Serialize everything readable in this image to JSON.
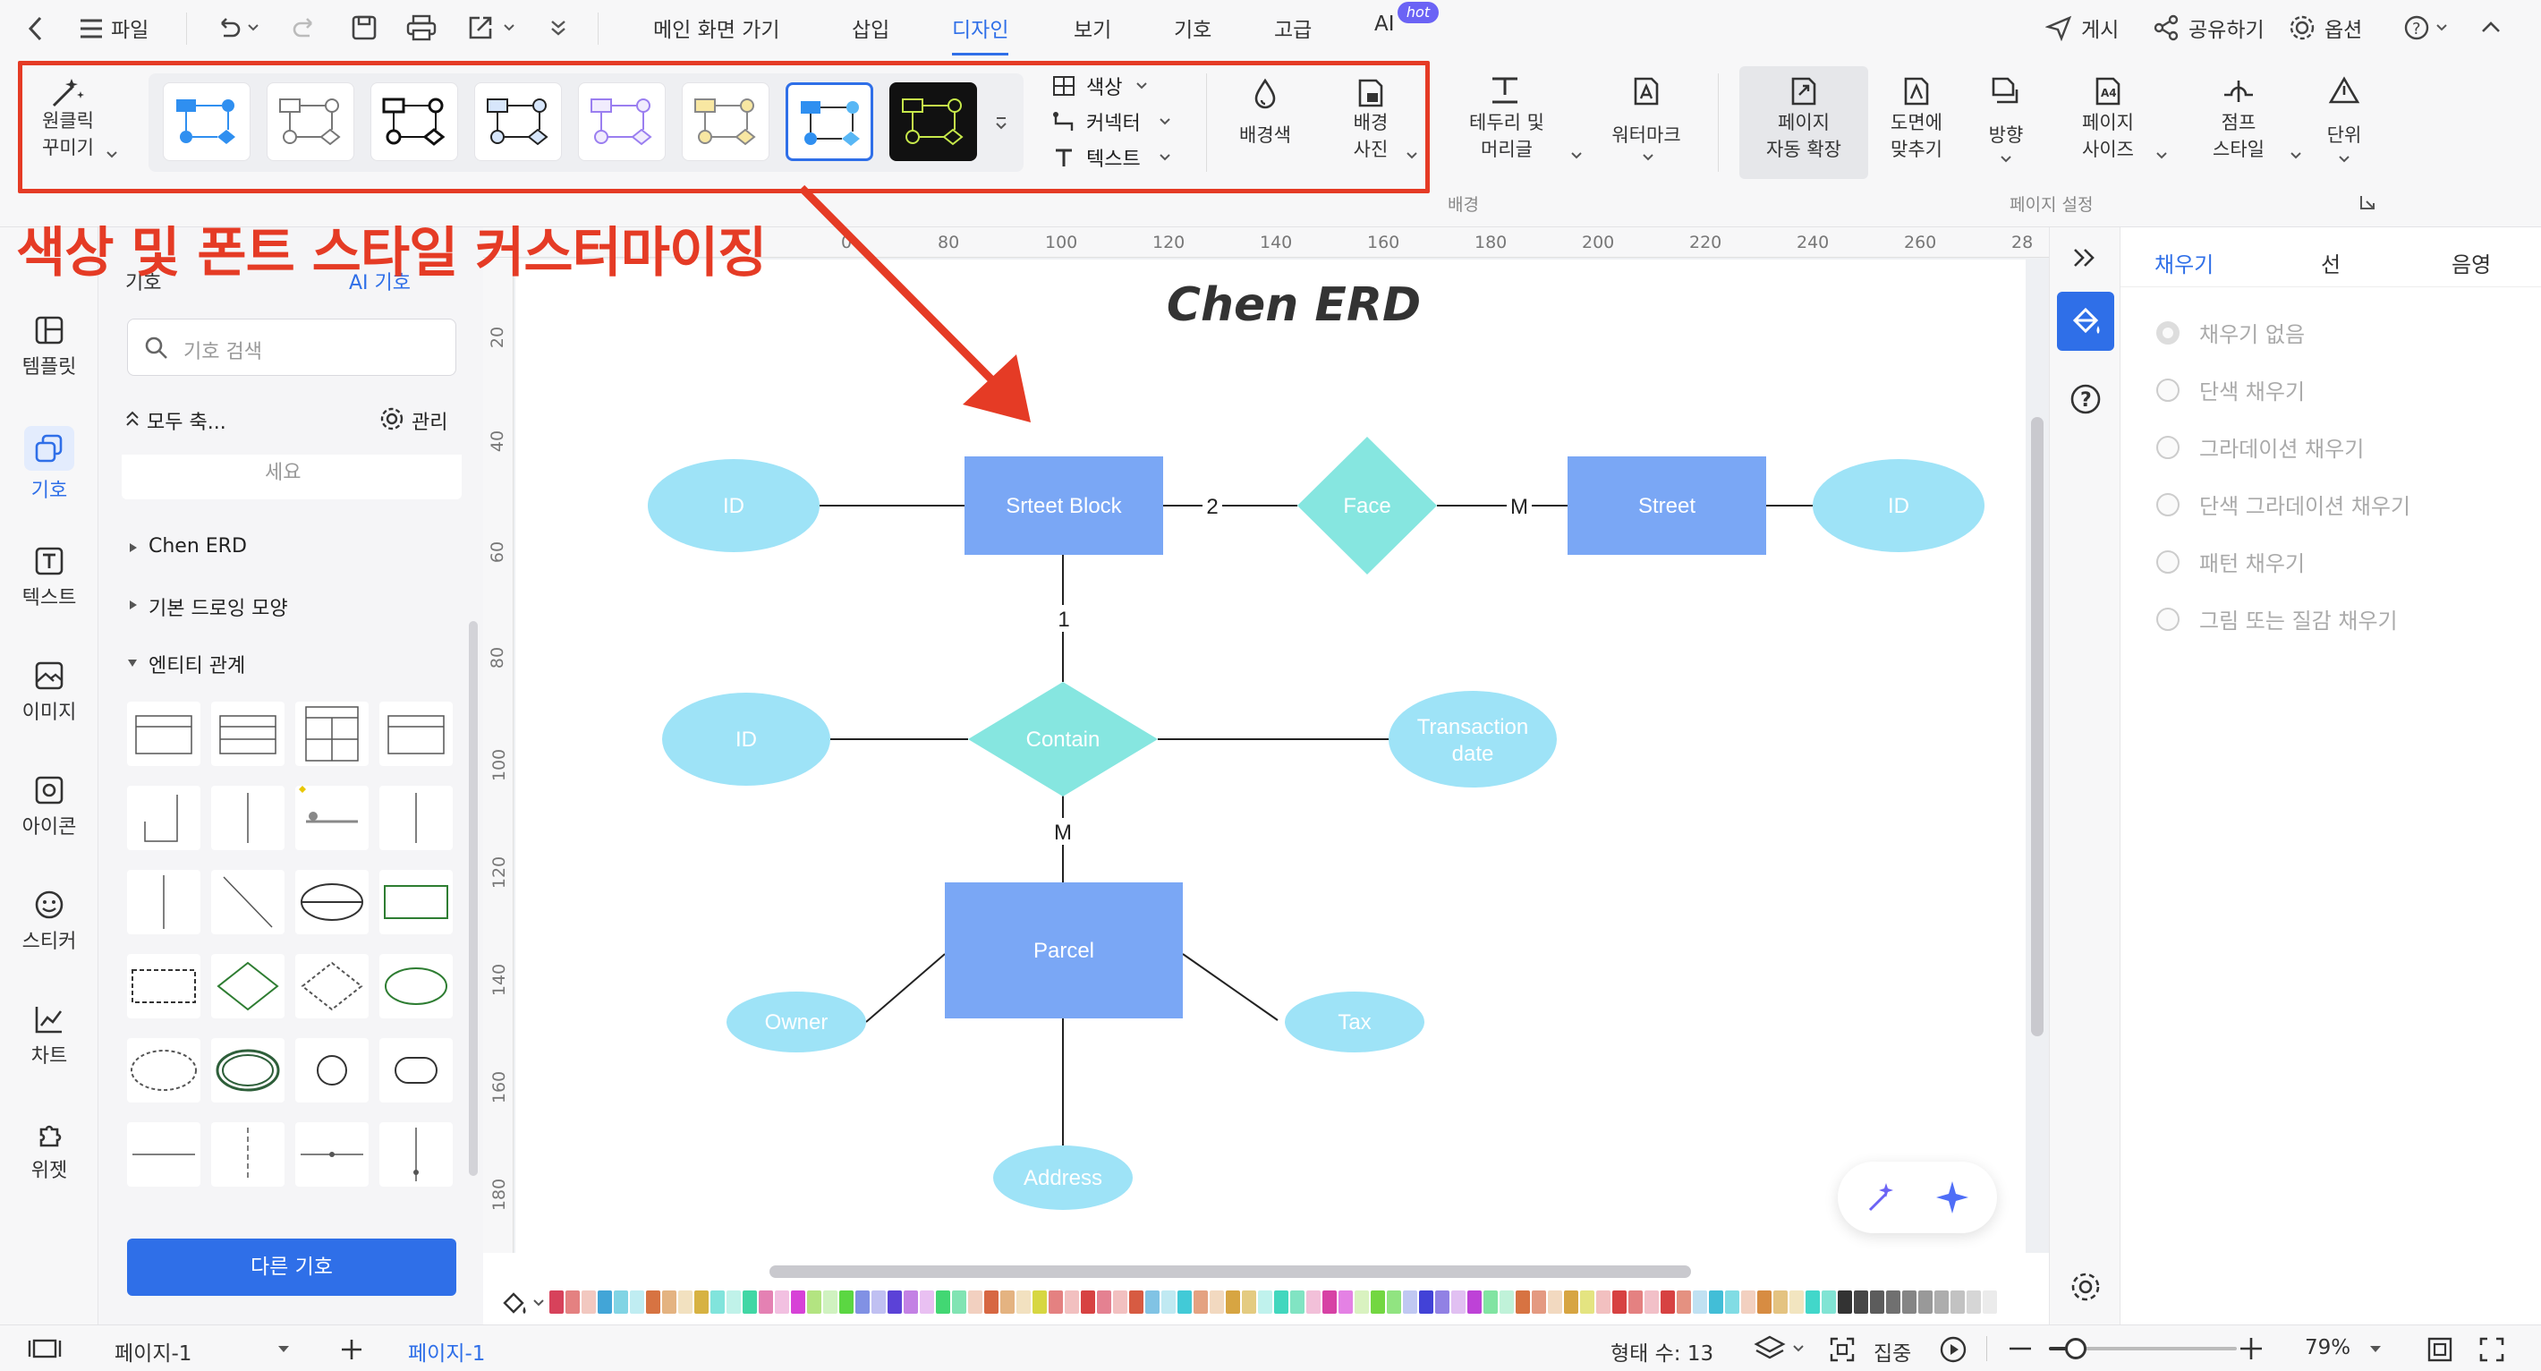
{
  "menubar": {
    "file_label": "파일",
    "tabs": [
      {
        "label": "메인 화면 가기"
      },
      {
        "label": "삽입"
      },
      {
        "label": "디자인"
      },
      {
        "label": "보기"
      },
      {
        "label": "기호"
      },
      {
        "label": "고급"
      },
      {
        "label": "AI"
      }
    ],
    "hot_badge": "hot",
    "publish_label": "게시",
    "share_label": "공유하기",
    "options_label": "옵션"
  },
  "ribbon": {
    "one_click_label": "원클릭\n꾸미기",
    "color_label": "색상",
    "connector_label": "커넥터",
    "text_label": "텍스트",
    "bg_color_label": "배경색",
    "bg_photo_label": "배경\n사진",
    "border_header_label": "테두리 및\n머리글",
    "watermark_label": "워터마크",
    "background_caption": "배경",
    "auto_expand_label": "페이지\n자동 확장",
    "fit_label": "도면에\n맞추기",
    "orientation_label": "방향",
    "page_size_label": "페이지\n사이즈",
    "jump_style_label": "점프\n스타일",
    "unit_label": "단위",
    "page_setup_caption": "페이지 설정"
  },
  "annotation": {
    "callout_text": "색상 및 폰트 스타일 커스터마이징",
    "highlight_color": "#e53b25"
  },
  "leftrail": {
    "items": [
      {
        "label": "템플릿",
        "icon": "template-icon"
      },
      {
        "label": "기호",
        "icon": "symbol-icon"
      },
      {
        "label": "텍스트",
        "icon": "text-icon"
      },
      {
        "label": "이미지",
        "icon": "image-icon"
      },
      {
        "label": "아이콘",
        "icon": "icon-icon"
      },
      {
        "label": "스티커",
        "icon": "sticker-icon"
      },
      {
        "label": "차트",
        "icon": "chart-icon"
      },
      {
        "label": "위젯",
        "icon": "widget-icon"
      }
    ]
  },
  "symbols": {
    "header_label": "기호",
    "ai_symbol_label": "AI 기호",
    "search_placeholder": "기호 검색",
    "collapse_label": "모두 축...",
    "manage_label": "관리",
    "hint_text": "세요",
    "categories": [
      {
        "label": "Chen ERD"
      },
      {
        "label": "기본 드로잉 모양"
      },
      {
        "label": "엔티티 관계"
      }
    ],
    "other_symbols_label": "다른 기호"
  },
  "ruler": {
    "top_ticks": [
      "0",
      "80",
      "100",
      "120",
      "140",
      "160",
      "180",
      "200",
      "220",
      "240",
      "260",
      "28"
    ],
    "left_ticks": [
      "20",
      "40",
      "60",
      "80",
      "100",
      "120",
      "140",
      "160",
      "180"
    ]
  },
  "diagram": {
    "title": "Chen ERD",
    "nodes": {
      "id1": "ID",
      "street_block": "Srteet Block",
      "face": "Face",
      "street": "Street",
      "id2": "ID",
      "id3": "ID",
      "contain": "Contain",
      "transaction_l1": "Transaction",
      "transaction_l2": "date",
      "parcel": "Parcel",
      "owner": "Owner",
      "tax": "Tax",
      "address": "Address"
    },
    "cardinalities": {
      "block_face": "2",
      "face_street": "M",
      "block_contain": "1",
      "contain_parcel": "M"
    },
    "colors": {
      "entity": "#7aa7f5",
      "attribute": "#9ee3f7",
      "relationship": "#86e6e0"
    }
  },
  "rightpanel": {
    "tabs": [
      {
        "label": "채우기"
      },
      {
        "label": "선"
      },
      {
        "label": "음영"
      }
    ],
    "fill_options": [
      {
        "label": "채우기 없음"
      },
      {
        "label": "단색 채우기"
      },
      {
        "label": "그라데이션 채우기"
      },
      {
        "label": "단색 그라데이션 채우기"
      },
      {
        "label": "패턴 채우기"
      },
      {
        "label": "그림 또는 질감 채우기"
      }
    ]
  },
  "statusbar": {
    "page_select_label": "페이지-1",
    "page_tab_label": "페이지-1",
    "shape_count": "형태 수: 13",
    "focus_label": "집중",
    "zoom": "79%"
  }
}
